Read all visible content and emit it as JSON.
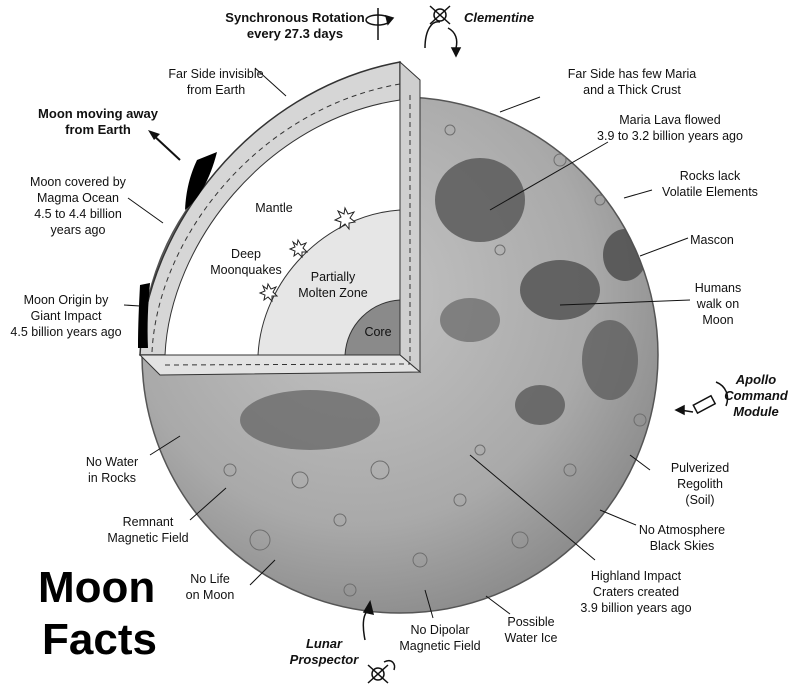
{
  "title": {
    "line1": "Moon",
    "line2": "Facts"
  },
  "interior": {
    "mantle": "Mantle",
    "deep_moonquakes": [
      "Deep",
      "Moonquakes"
    ],
    "partially_molten_zone": [
      "Partially",
      "Molten Zone"
    ],
    "core": "Core"
  },
  "labels": {
    "synchronous_rotation": [
      "Synchronous Rotation",
      "every 27.3 days"
    ],
    "clementine": "Clementine",
    "far_side_invisible": [
      "Far Side invisible",
      "from Earth"
    ],
    "far_side_few_maria": [
      "Far Side has few Maria",
      "and a Thick Crust"
    ],
    "moon_moving_away": [
      "Moon moving away",
      "from Earth"
    ],
    "maria_lava": [
      "Maria Lava flowed",
      "3.9 to 3.2 billion years ago"
    ],
    "magma_ocean": [
      "Moon covered by",
      "Magma Ocean",
      "4.5 to 4.4 billion",
      "years ago"
    ],
    "rocks_lack_volatile": [
      "Rocks lack",
      "Volatile Elements"
    ],
    "mascon": "Mascon",
    "moon_origin": [
      "Moon Origin by",
      "Giant Impact",
      "4.5 billion years ago"
    ],
    "humans_walk": [
      "Humans",
      "walk on",
      "Moon"
    ],
    "apollo": [
      "Apollo",
      "Command",
      "Module"
    ],
    "no_water_rocks": [
      "No Water",
      "in Rocks"
    ],
    "pulverized_regolith": [
      "Pulverized",
      "Regolith",
      "(Soil)"
    ],
    "remnant_magnetic": [
      "Remnant",
      "Magnetic Field"
    ],
    "no_atmosphere": [
      "No Atmosphere",
      "Black Skies"
    ],
    "no_life": [
      "No Life",
      "on Moon"
    ],
    "highland_impact": [
      "Highland Impact",
      "Craters created",
      "3.9 billion years ago"
    ],
    "possible_water_ice": [
      "Possible",
      "Water Ice"
    ],
    "no_dipolar": [
      "No Dipolar",
      "Magnetic Field"
    ],
    "lunar_prospector": [
      "Lunar",
      "Prospector"
    ]
  }
}
